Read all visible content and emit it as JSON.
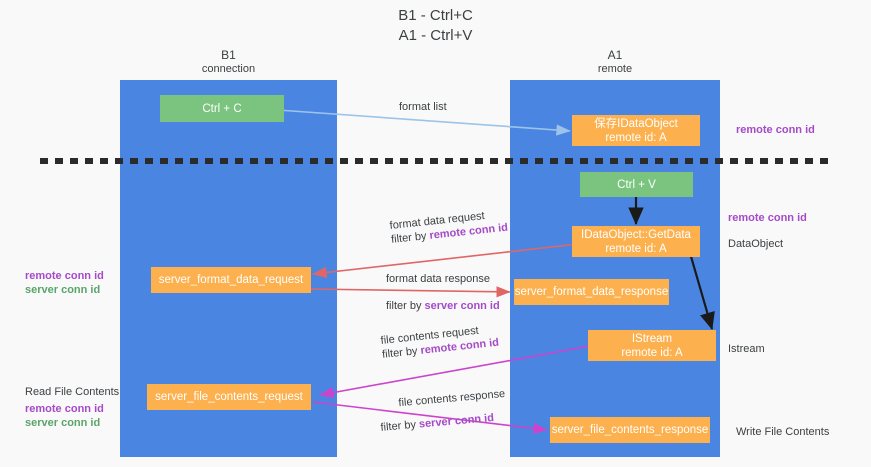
{
  "title": {
    "line1": "B1 - Ctrl+C",
    "line2": "A1 - Ctrl+V"
  },
  "columns": [
    {
      "id": "b1",
      "name": "B1",
      "sub": "connection"
    },
    {
      "id": "a1",
      "name": "A1",
      "sub": "remote"
    }
  ],
  "nodes": {
    "ctrl_c": {
      "line1": "Ctrl + C",
      "line2": ""
    },
    "save_idataobject": {
      "line1": "保存IDataObject",
      "line2": "remote id: A"
    },
    "ctrl_v": {
      "line1": "Ctrl + V",
      "line2": ""
    },
    "getdata": {
      "line1": "IDataObject::GetData",
      "line2": "remote id: A"
    },
    "fmt_req": {
      "line1": "server_format_data_request",
      "line2": ""
    },
    "fmt_resp": {
      "line1": "server_format_data_response",
      "line2": ""
    },
    "istream": {
      "line1": "IStream",
      "line2": "remote id: A"
    },
    "file_req": {
      "line1": "server_file_contents_request",
      "line2": ""
    },
    "file_resp": {
      "line1": "server_file_contents_response",
      "line2": ""
    }
  },
  "edges": {
    "format_list": {
      "line1": "format list",
      "line2": "",
      "line2_kw": ""
    },
    "format_data_request": {
      "line1": "format data request",
      "line2": "filter by ",
      "line2_kw": "remote conn id"
    },
    "format_data_response": {
      "line1": "format data response",
      "line2": "filter by ",
      "line2_kw": "server conn id"
    },
    "file_contents_request": {
      "line1": "file contents request",
      "line2": "filter by ",
      "line2_kw": "remote conn id"
    },
    "file_contents_response": {
      "line1": "file contents response",
      "line2": "filter by ",
      "line2_kw": "server conn id"
    }
  },
  "annotations": {
    "right_remote_top": "remote conn id",
    "right_remote_mid": "remote conn id",
    "right_dataobject": "DataObject",
    "right_istream": "Istream",
    "right_write_file": "Write File Contents",
    "left_mid_remote": "remote conn id",
    "left_mid_server": "server conn id",
    "left_read_file": "Read File Contents",
    "left_bot_remote": "remote conn id",
    "left_bot_server": "server conn id"
  },
  "colors": {
    "lane_blue": "#4a86e1",
    "node_green": "#7ac47f",
    "node_orange": "#fcb04e",
    "arrow_blue": "#9dc3ea",
    "arrow_red": "#e06666",
    "arrow_magenta": "#cc44cc",
    "arrow_black": "#1a1a1a",
    "keyword_purple": "#a64ac9",
    "keyword_green": "#5aa469",
    "background": "#f9f9f9"
  }
}
